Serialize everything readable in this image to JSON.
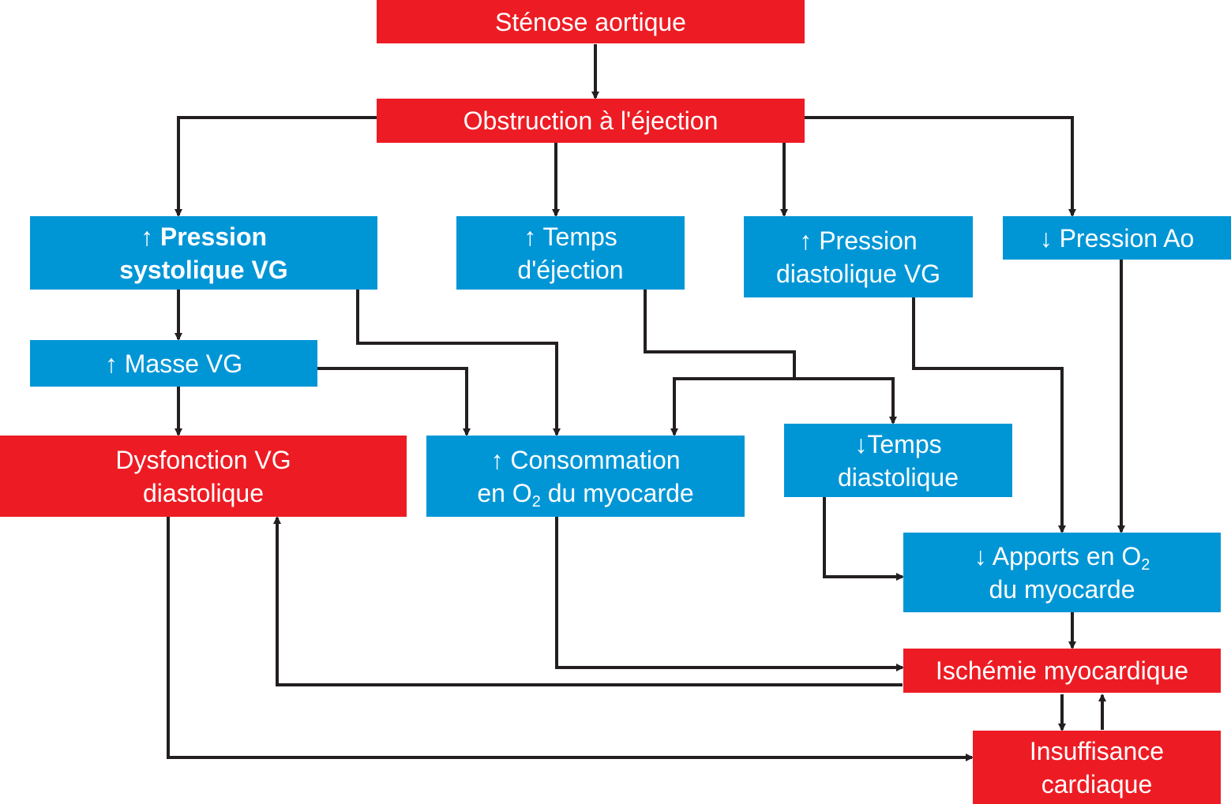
{
  "colors": {
    "red": "#ed1c24",
    "blue": "#0096d6",
    "line": "#231f20"
  },
  "nodes": {
    "stenose": {
      "lines": [
        "Sténose aortique"
      ]
    },
    "obstruction": {
      "lines": [
        "Obstruction à l'éjection"
      ]
    },
    "pression_systolique": {
      "arrow": "↑",
      "lines": [
        "Pression",
        "systolique VG"
      ]
    },
    "temps_ejection": {
      "arrow": "↑",
      "lines": [
        "Temps",
        "d'éjection"
      ]
    },
    "pression_diastolique": {
      "arrow": "↑",
      "lines": [
        "Pression",
        "diastolique VG"
      ]
    },
    "pression_ao": {
      "arrow": "↓",
      "lines": [
        "Pression Ao"
      ]
    },
    "masse_vg": {
      "arrow": "↑",
      "lines": [
        "Masse VG"
      ]
    },
    "dysfonction": {
      "lines": [
        "Dysfonction VG",
        "diastolique"
      ]
    },
    "consommation": {
      "arrow": "↑",
      "line1": "Consommation",
      "line2_pre": "en O",
      "line2_sub": "2",
      "line2_post": " du myocarde"
    },
    "temps_diastolique": {
      "arrow": "↓",
      "lines": [
        "Temps",
        "diastolique"
      ]
    },
    "apports": {
      "arrow": "↓",
      "line1_pre": "Apports en O",
      "line1_sub": "2",
      "line2": "du myocarde"
    },
    "ischemie": {
      "lines": [
        "Ischémie myocardique"
      ]
    },
    "insuffisance": {
      "lines": [
        "Insuffisance",
        "cardiaque"
      ]
    }
  }
}
